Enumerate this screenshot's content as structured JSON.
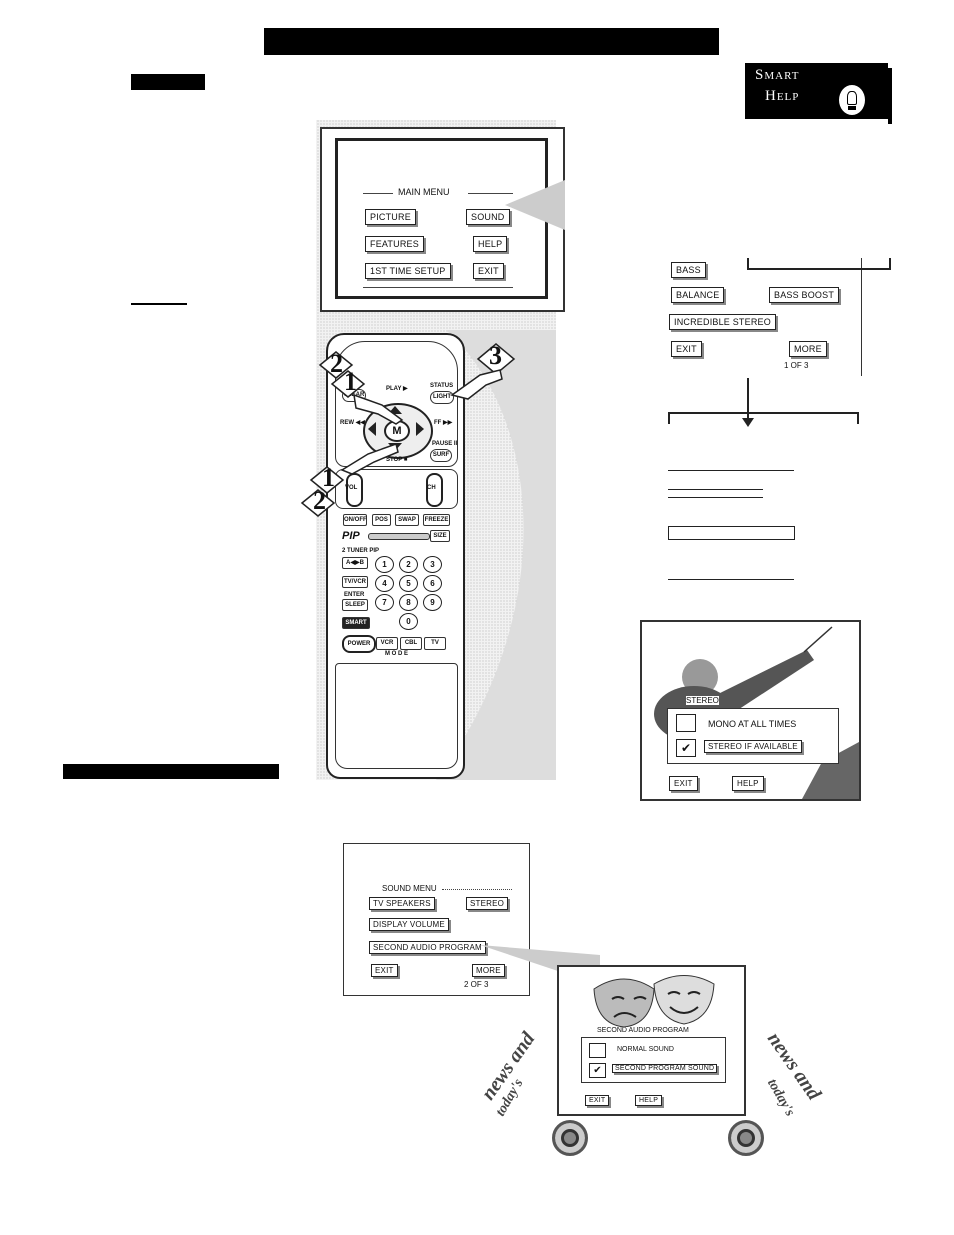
{
  "smart_help": {
    "line1": "Smart",
    "line2": "Help"
  },
  "main_menu": {
    "title": "MAIN MENU",
    "items": [
      "PICTURE",
      "SOUND",
      "FEATURES",
      "HELP",
      "1ST TIME SETUP",
      "EXIT"
    ]
  },
  "sound_page1": {
    "items": [
      "BASS",
      "BALANCE",
      "BASS BOOST",
      "INCREDIBLE STEREO",
      "EXIT",
      "MORE"
    ],
    "pager": "1 OF 3"
  },
  "stereo_menu": {
    "title": "STEREO",
    "options": [
      "MONO AT ALL TIMES",
      "STEREO IF AVAILABLE"
    ],
    "check": "✔",
    "buttons": [
      "EXIT",
      "HELP"
    ]
  },
  "sound_menu": {
    "title": "SOUND MENU",
    "items": [
      "TV SPEAKERS",
      "STEREO",
      "DISPLAY VOLUME",
      "SECOND AUDIO PROGRAM",
      "EXIT",
      "MORE"
    ],
    "pager": "2 OF 3"
  },
  "sap_menu": {
    "title": "SECOND AUDIO PROGRAM",
    "options": [
      "NORMAL SOUND",
      "SECOND PROGRAM SOUND"
    ],
    "check": "✔",
    "buttons": [
      "EXIT",
      "HELP"
    ],
    "wave_left_1": "news and",
    "wave_left_2": "today's",
    "wave_right_1": "news and",
    "wave_right_2": "today's"
  },
  "remote": {
    "labels": {
      "clear": "CLEAR",
      "play": "PLAY ▶",
      "status": "STATUS",
      "light": "LIGHT",
      "rew": "REW ◀◀",
      "ff": "FF ▶▶",
      "menu_m": "M",
      "pause": "PAUSE II",
      "surf": "SURF",
      "stop": "STOP ■",
      "vol": "VOL",
      "ch": "CH",
      "pip_on": "ON/OFF",
      "pip_pos": "POS",
      "pip_swap": "SWAP",
      "pip_freeze": "FREEZE",
      "pip": "PIP",
      "size": "SIZE",
      "tuner": "2 TUNER PIP",
      "ab": "A◀▶B",
      "tvvcr": "TV/VCR",
      "enter": "ENTER",
      "sleep": "SLEEP",
      "smart": "SMART",
      "power": "POWER",
      "vcr": "VCR",
      "cbl": "CBL",
      "tv": "TV",
      "mode": "M O D E"
    },
    "numbers": [
      "1",
      "2",
      "3",
      "4",
      "5",
      "6",
      "7",
      "8",
      "9",
      "0"
    ]
  },
  "step_markers": {
    "s1": "1",
    "s2": "2",
    "s3": "3"
  }
}
